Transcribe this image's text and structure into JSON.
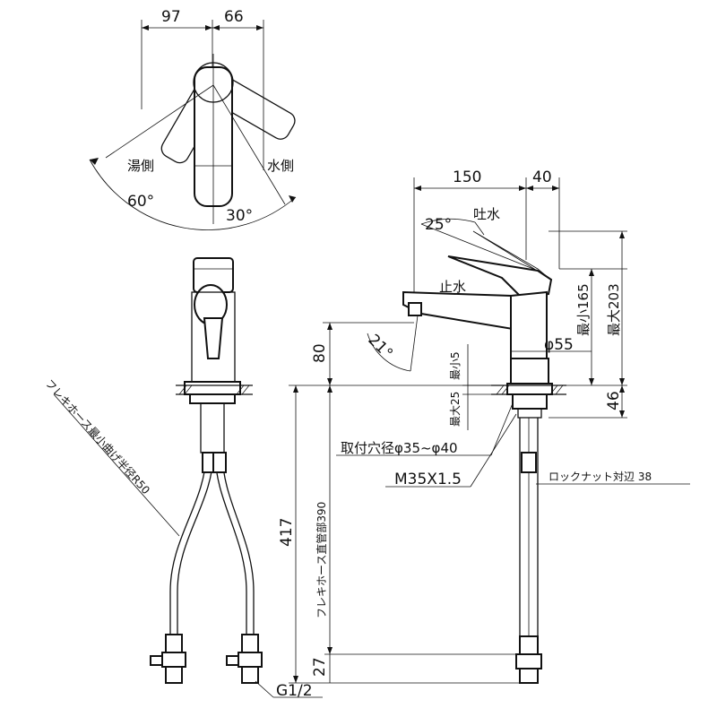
{
  "top_view": {
    "dim_left": "97",
    "dim_right": "66",
    "hot_side": "湯側",
    "cold_side": "水側",
    "angle_hot": "60°",
    "angle_cold": "30°"
  },
  "front_view": {
    "hose_bend_note": "フレキホース最小曲げ半径R50",
    "thread_label": "G1/2"
  },
  "side_view": {
    "dim_150": "150",
    "dim_40": "40",
    "spout_water": "吐水",
    "stop_water": "止水",
    "angle_25": "25°",
    "angle_21": "21°",
    "dim_80": "80",
    "min_165": "最小165",
    "max_203": "最大203",
    "dia_55": "φ55",
    "max_25": "最大25",
    "min_5": "最小5",
    "dim_46": "46",
    "mount_hole": "取付穴径φ35~φ40",
    "thread_m35": "M35X1.5",
    "locknut": "ロックナット対辺 38",
    "dim_390_note": "フレキホース直管部390",
    "dim_417": "417",
    "dim_27": "27"
  }
}
